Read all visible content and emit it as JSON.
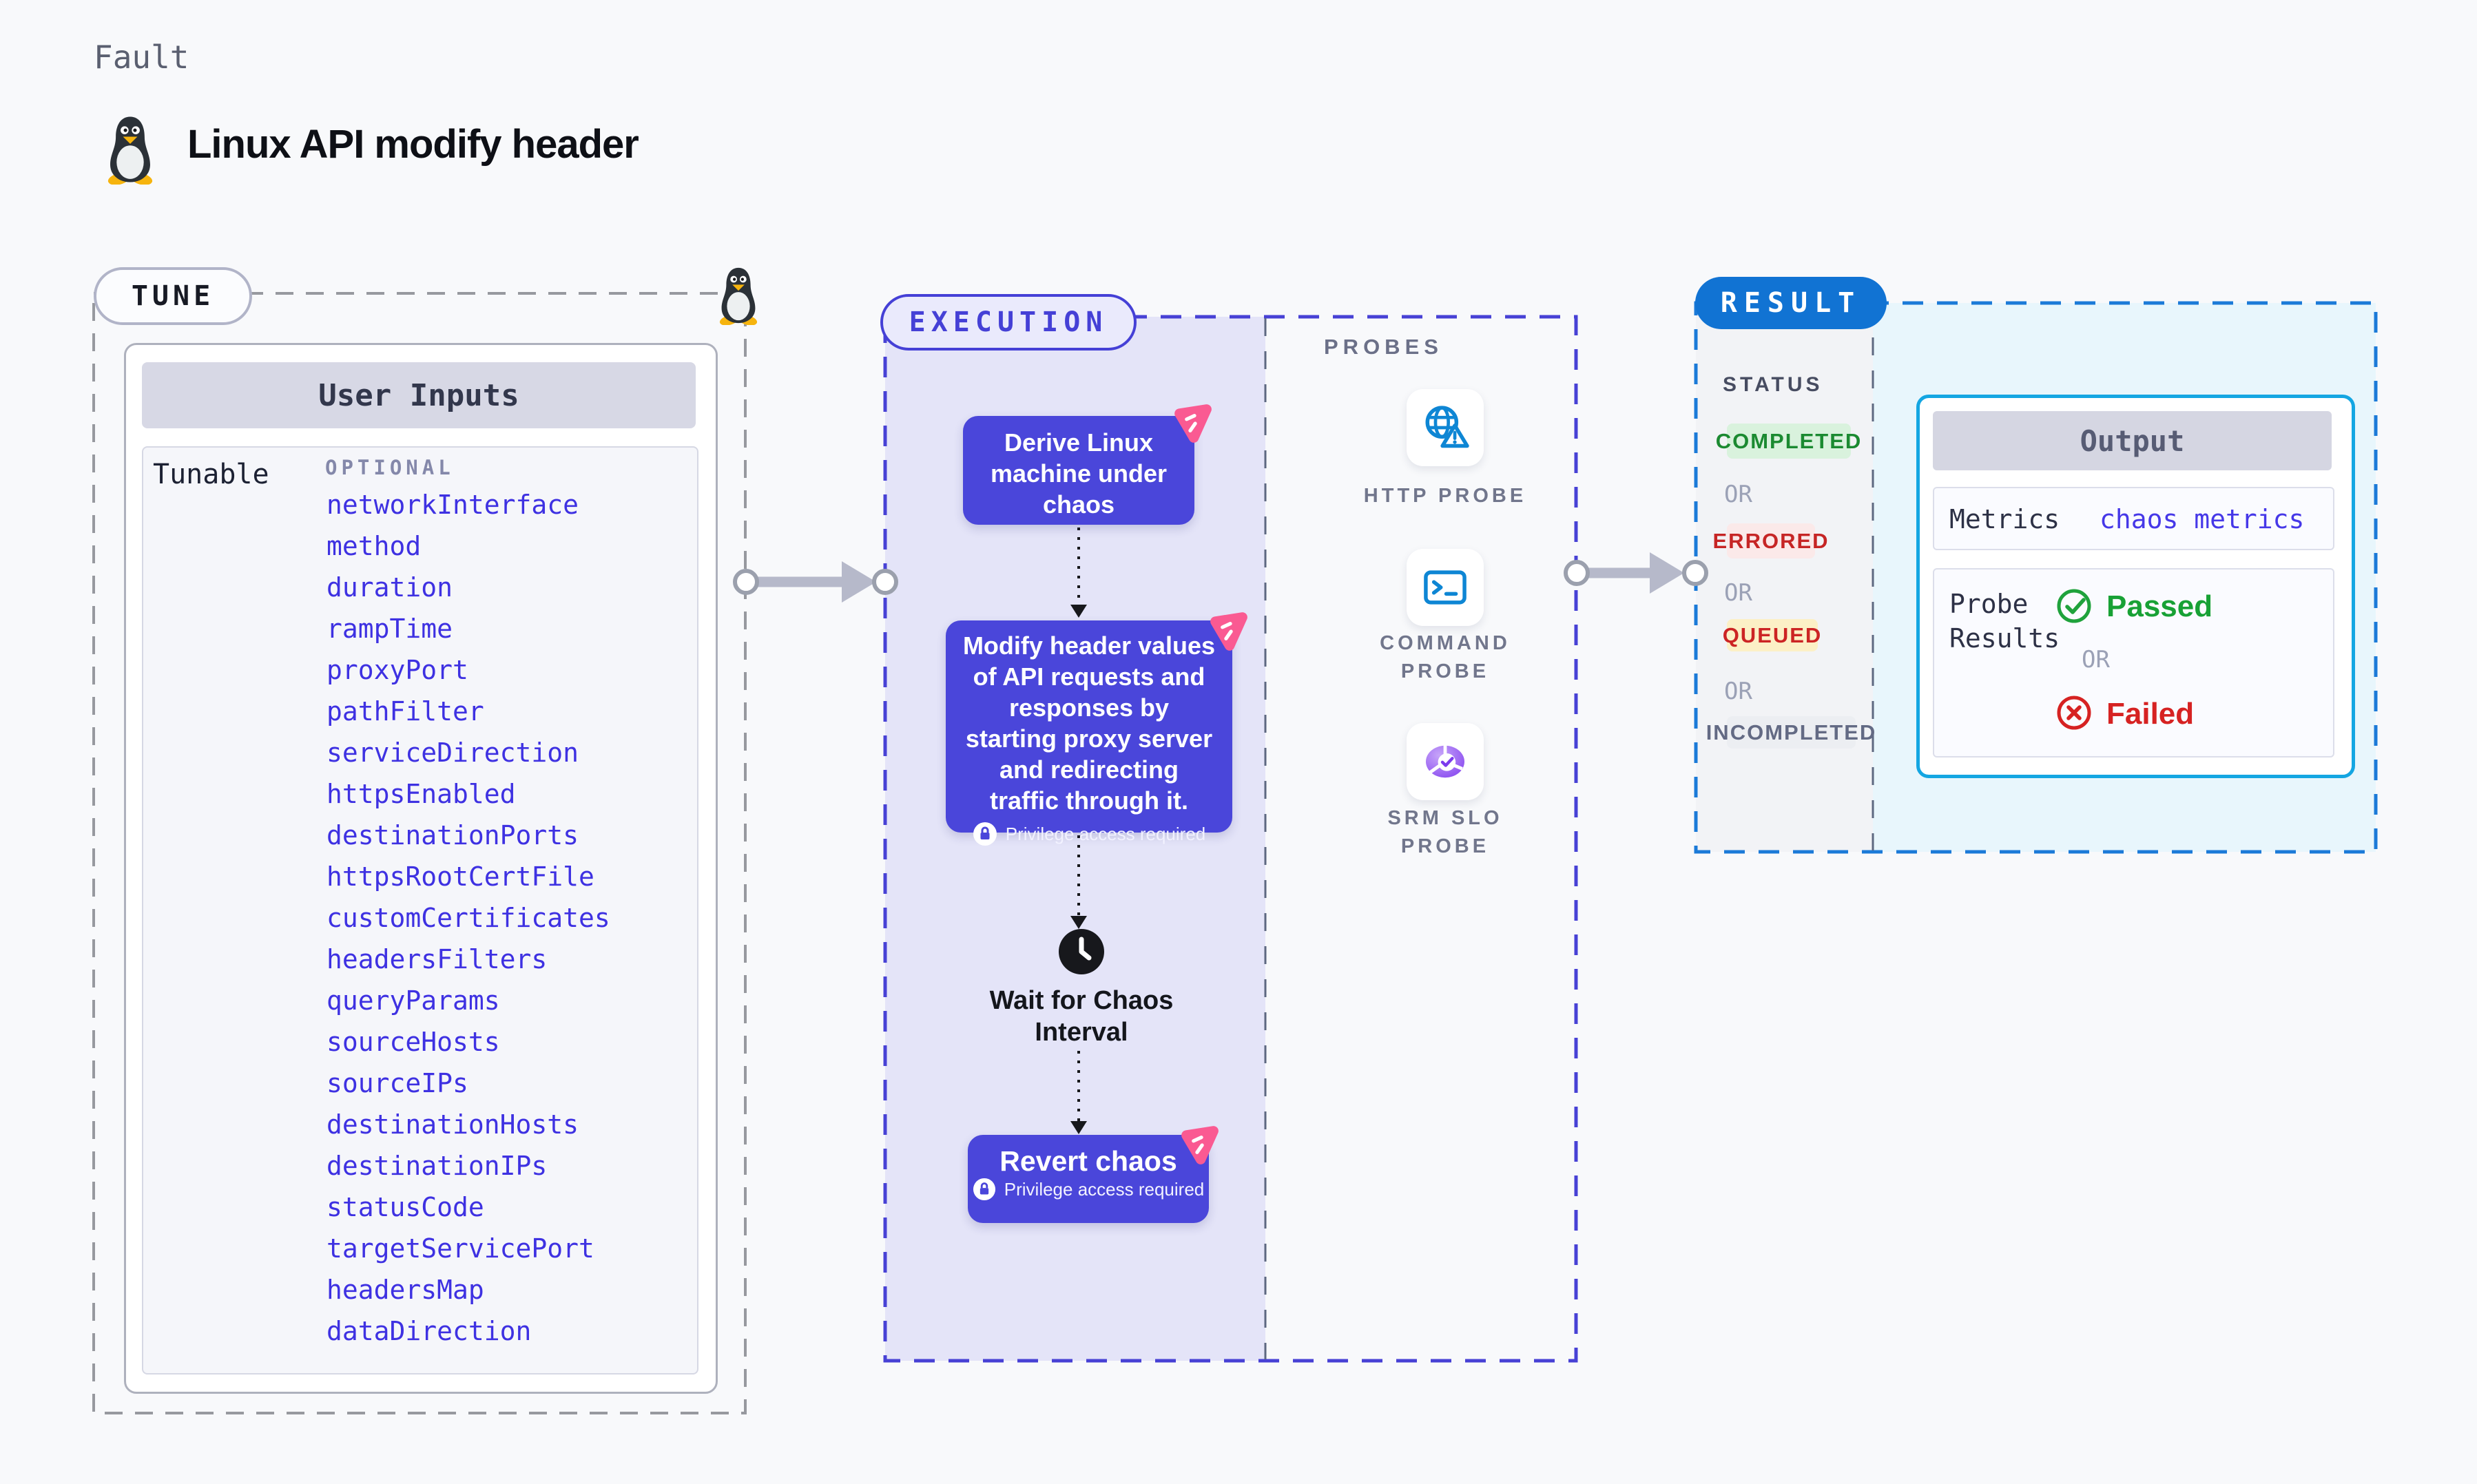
{
  "page": {
    "fault_label": "Fault",
    "title": "Linux API modify header"
  },
  "tune": {
    "pill_label": "TUNE",
    "card_title": "User Inputs",
    "tunable_label": "Tunable",
    "optional_label": "OPTIONAL",
    "params": [
      "networkInterface",
      "method",
      "duration",
      "rampTime",
      "proxyPort",
      "pathFilter",
      "serviceDirection",
      "httpsEnabled",
      "destinationPorts",
      "httpsRootCertFile",
      "customCertificates",
      "headersFilters",
      "queryParams",
      "sourceHosts",
      "sourceIPs",
      "destinationHosts",
      "destinationIPs",
      "statusCode",
      "targetServicePort",
      "headersMap",
      "dataDirection"
    ]
  },
  "execution": {
    "pill_label": "EXECUTION",
    "derive_text": "Derive Linux\nmachine under\nchaos",
    "modify_text": "Modify header values\nof API requests and\nresponses by\nstarting proxy server\nand redirecting\ntraffic through it.",
    "privilege_text": "Privilege access required",
    "wait_text": "Wait for Chaos\nInterval",
    "revert_text": "Revert chaos"
  },
  "probes": {
    "heading": "PROBES",
    "items": [
      {
        "label": "HTTP PROBE",
        "icon": "globe-warning-icon"
      },
      {
        "label": "COMMAND PROBE",
        "icon": "terminal-icon"
      },
      {
        "label": "SRM SLO PROBE",
        "icon": "slo-donut-check-icon"
      }
    ]
  },
  "result": {
    "pill_label": "RESULT",
    "status_label": "STATUS",
    "or_label": "OR",
    "badges": {
      "completed": "COMPLETED",
      "errored": "ERRORED",
      "queued": "QUEUED",
      "incompleted": "INCOMPLETED"
    },
    "output": {
      "title": "Output",
      "metrics_label": "Metrics",
      "metrics_value": "chaos metrics",
      "probe_results_label": "Probe\nResults",
      "passed_label": "Passed",
      "failed_label": "Failed"
    }
  },
  "colors": {
    "page_bg": "#f8f9fb",
    "chaos_box_indigo": "#4a46da",
    "execution_lavender": "#e4e4f8",
    "execution_border": "#4540d6",
    "pink_chaos_icon": "#fa5a92",
    "result_blue": "#1173d3",
    "result_border": "#1b7ad8",
    "output_cyan_border": "#14a6e2",
    "output_cyan_bg": "#e8f6fc",
    "param_link": "#3e31e2",
    "passed_green": "#18a135",
    "failed_red": "#d62222",
    "completed_green": "#1b8a31",
    "errored_red": "#c62525",
    "queued_amber_bg": "#fcf0c6",
    "probe_icon_blue": "#0e86d4"
  }
}
